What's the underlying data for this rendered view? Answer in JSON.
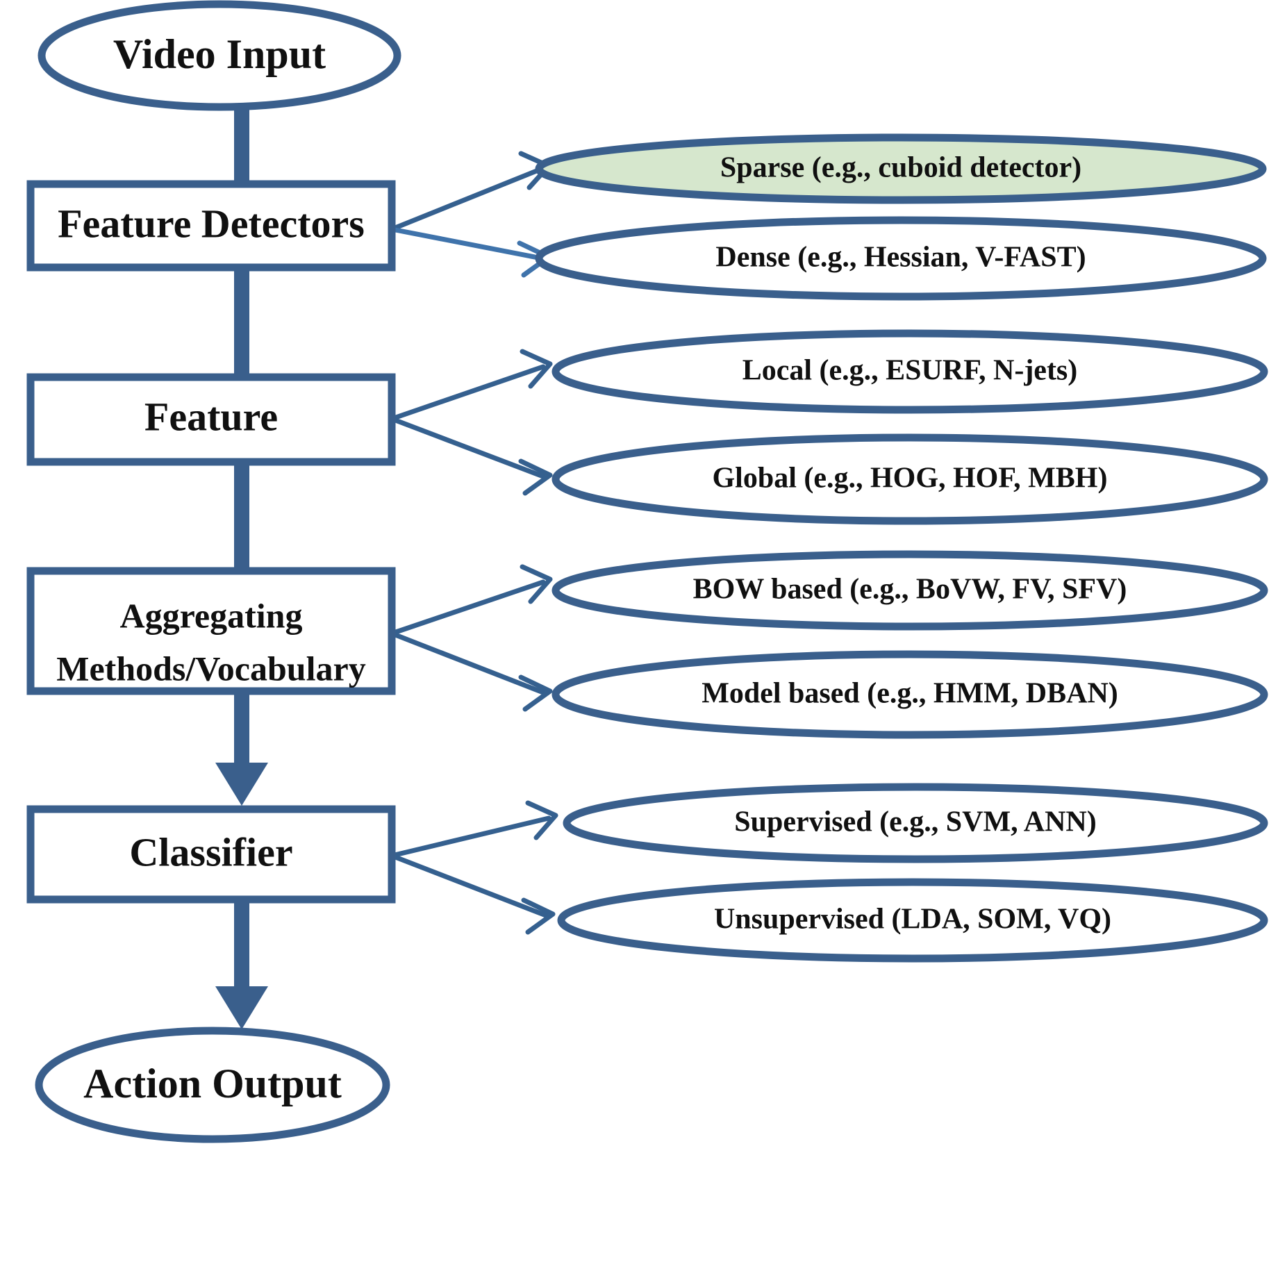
{
  "diagram": {
    "title": "Video action recognition pipeline flowchart",
    "colors": {
      "node_stroke": "#3a5f8c",
      "arrow": "#3a5f8c",
      "branch_line": "#3f73ab",
      "highlight_fill": "#d6e7cd",
      "background": "#ffffff",
      "text": "#101010"
    },
    "start_node": {
      "label": "Video Input",
      "shape": "ellipse"
    },
    "end_node": {
      "label": "Action Output",
      "shape": "ellipse"
    },
    "stages": [
      {
        "label": "Feature Detectors",
        "shape": "rect",
        "branches": [
          {
            "label": "Sparse (e.g., cuboid detector)",
            "highlighted": true
          },
          {
            "label": "Dense (e.g., Hessian, V-FAST)",
            "highlighted": false
          }
        ]
      },
      {
        "label": "Feature",
        "shape": "rect",
        "branches": [
          {
            "label": "Local (e.g., ESURF, N-jets)",
            "highlighted": false
          },
          {
            "label": "Global (e.g., HOG, HOF, MBH)",
            "highlighted": false
          }
        ]
      },
      {
        "label_line1": "Aggregating",
        "label_line2": "Methods/Vocabulary",
        "shape": "rect",
        "branches": [
          {
            "label": "BOW based (e.g., BoVW, FV, SFV)",
            "highlighted": false
          },
          {
            "label": "Model based (e.g., HMM, DBAN)",
            "highlighted": false
          }
        ]
      },
      {
        "label": "Classifier",
        "shape": "rect",
        "branches": [
          {
            "label": "Supervised (e.g., SVM, ANN)",
            "highlighted": false
          },
          {
            "label": "Unsupervised (LDA, SOM, VQ)",
            "highlighted": false
          }
        ]
      }
    ]
  }
}
